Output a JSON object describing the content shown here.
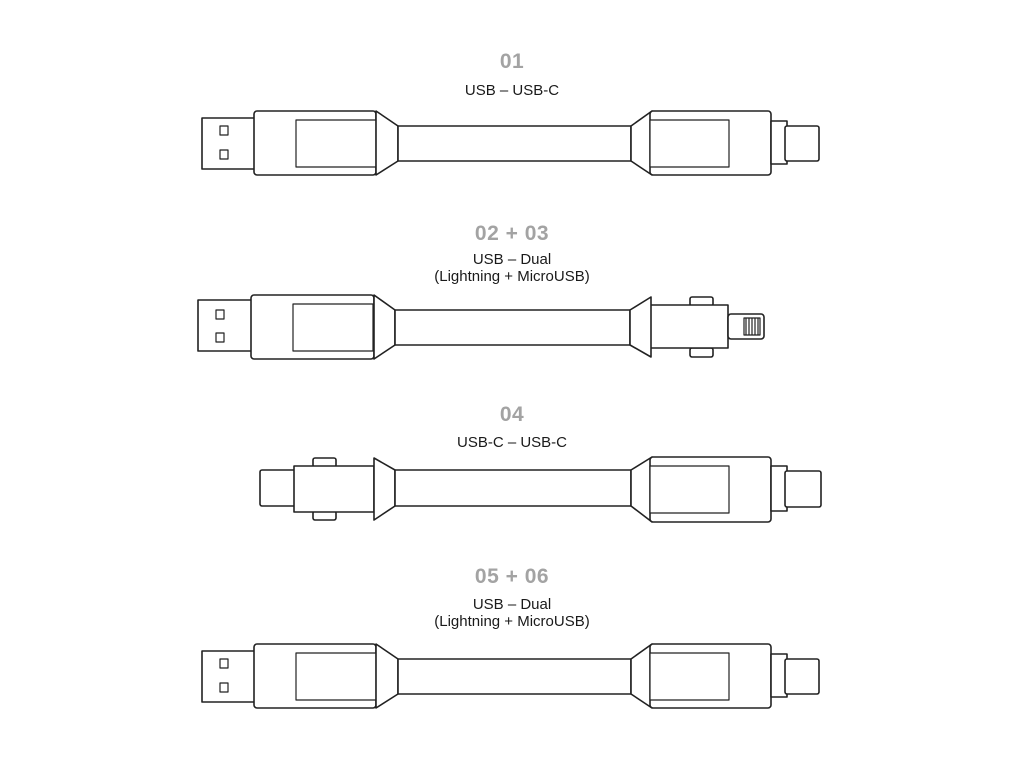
{
  "cables": [
    {
      "number": "01",
      "title": "USB – USB-C",
      "subtitle": "",
      "left_plug": "usb-a-plug-icon",
      "right_plug": "usb-c-plug-icon"
    },
    {
      "number": "02 + 03",
      "title": "USB – Dual",
      "subtitle": "(Lightning + MicroUSB)",
      "left_plug": "usb-a-plug-icon",
      "right_plug": "lightning-plug-icon"
    },
    {
      "number": "04",
      "title": "USB-C  – USB-C",
      "subtitle": "",
      "left_plug": "usb-c-plug-icon",
      "right_plug": "usb-c-plug-icon"
    },
    {
      "number": "05 + 06",
      "title": "USB – Dual",
      "subtitle": "(Lightning + MicroUSB)",
      "left_plug": "usb-a-plug-icon",
      "right_plug": "usb-c-plug-icon"
    }
  ],
  "colors": {
    "number_gray": "#a3a3a3",
    "line": "#222222",
    "text": "#1a1a1a"
  }
}
